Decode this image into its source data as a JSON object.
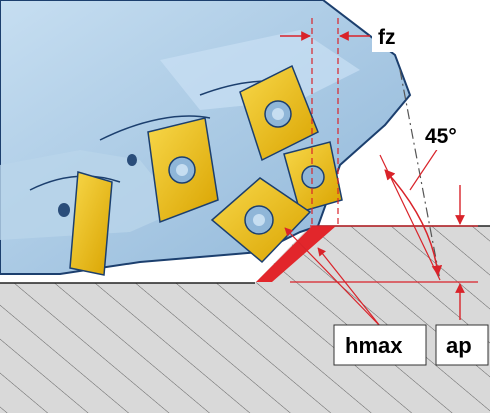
{
  "labels": {
    "feed_per_tooth": "fz",
    "entering_angle": "45°",
    "max_chip_thickness": "hmax",
    "depth_of_cut": "ap"
  },
  "colors": {
    "cutter_body": "#a9cbe6",
    "cutter_edge": "#1c3f6e",
    "insert_gold": "#f4c20f",
    "chip_red": "#e2262b",
    "dimension_red": "#d9232a",
    "workpiece": "#d9d9d9"
  },
  "icons": {
    "screw": "torx-screw-icon"
  }
}
